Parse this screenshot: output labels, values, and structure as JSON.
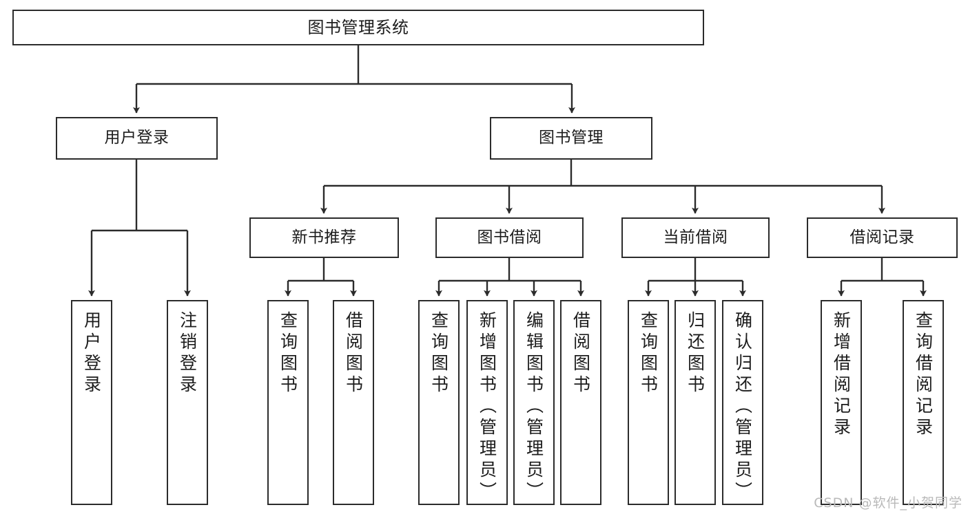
{
  "diagram": {
    "title": "图书管理系统",
    "type": "tree-hierarchy",
    "root": {
      "label": "图书管理系统"
    },
    "level2": [
      {
        "id": "user-login",
        "label": "用户登录"
      },
      {
        "id": "book-manage",
        "label": "图书管理"
      }
    ],
    "level3": [
      {
        "id": "new-book-recommend",
        "label": "新书推荐",
        "parent": "book-manage"
      },
      {
        "id": "book-borrow",
        "label": "图书借阅",
        "parent": "book-manage"
      },
      {
        "id": "current-borrow",
        "label": "当前借阅",
        "parent": "book-manage"
      },
      {
        "id": "borrow-record",
        "label": "借阅记录",
        "parent": "book-manage"
      }
    ],
    "leaves": [
      {
        "id": "leaf-user-login",
        "label": "用户登录",
        "parent": "user-login"
      },
      {
        "id": "leaf-user-logout",
        "label": "注销登录",
        "parent": "user-login"
      },
      {
        "id": "leaf-query-book-1",
        "label": "查询图书",
        "parent": "new-book-recommend"
      },
      {
        "id": "leaf-borrow-book-1",
        "label": "借阅图书",
        "parent": "new-book-recommend"
      },
      {
        "id": "leaf-query-book-2",
        "label": "查询图书",
        "parent": "book-borrow"
      },
      {
        "id": "leaf-add-book",
        "label": "新增图书（管理员）",
        "parent": "book-borrow"
      },
      {
        "id": "leaf-edit-book",
        "label": "编辑图书（管理员）",
        "parent": "book-borrow"
      },
      {
        "id": "leaf-borrow-book-2",
        "label": "借阅图书",
        "parent": "book-borrow"
      },
      {
        "id": "leaf-query-book-3",
        "label": "查询图书",
        "parent": "current-borrow"
      },
      {
        "id": "leaf-return-book",
        "label": "归还图书",
        "parent": "current-borrow"
      },
      {
        "id": "leaf-confirm-return",
        "label": "确认归还（管理员）",
        "parent": "current-borrow"
      },
      {
        "id": "leaf-add-record",
        "label": "新增借阅记录",
        "parent": "borrow-record"
      },
      {
        "id": "leaf-query-record",
        "label": "查询借阅记录",
        "parent": "borrow-record"
      }
    ],
    "watermark": "CSDN @软件_小贺同学",
    "colors": {
      "stroke": "#2b2b2b",
      "fill": "#ffffff",
      "text": "#1c1c1c",
      "watermark": "#b9b9b9"
    }
  }
}
